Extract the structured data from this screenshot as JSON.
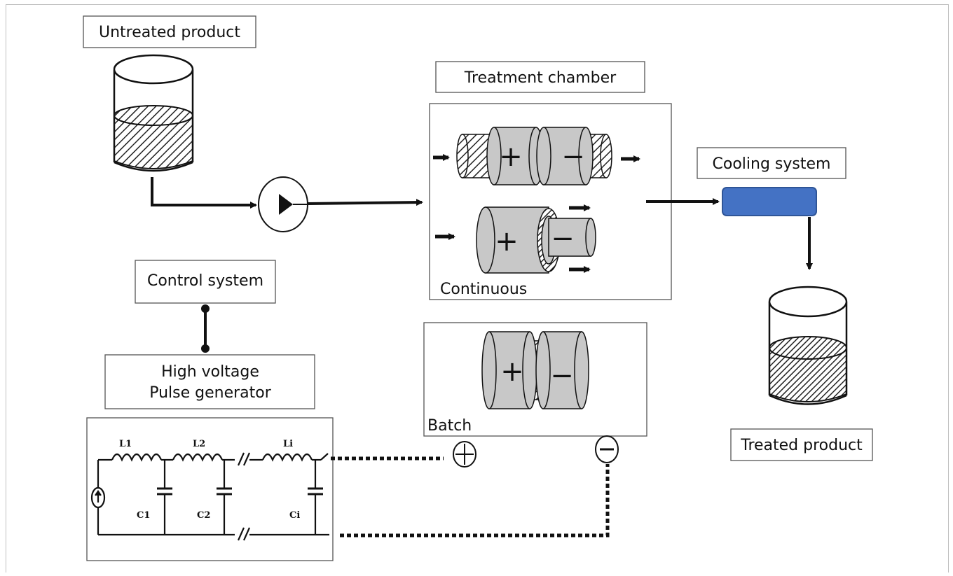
{
  "labels": {
    "untreated": "Untreated product",
    "treatment_chamber": "Treatment chamber",
    "cooling_system": "Cooling system",
    "control_system": "Control system",
    "pulse_gen_line1": "High voltage",
    "pulse_gen_line2": "Pulse generator",
    "continuous": "Continuous",
    "batch": "Batch",
    "treated": "Treated product"
  },
  "circuit": {
    "inductors": [
      "L1",
      "L2",
      "Li"
    ],
    "capacitors": [
      "C1",
      "C2",
      "Ci"
    ]
  },
  "signs": {
    "plus": "+",
    "minus": "−"
  },
  "colors": {
    "cooler_fill": "#4472c4",
    "cooler_stroke": "#2f5597",
    "electrode_fill": "#c8c8c8",
    "line": "#111111"
  },
  "icons": [
    "beaker-icon",
    "pump-icon",
    "electrode-icon",
    "capacitor-icon",
    "inductor-icon",
    "ac-source-icon"
  ]
}
